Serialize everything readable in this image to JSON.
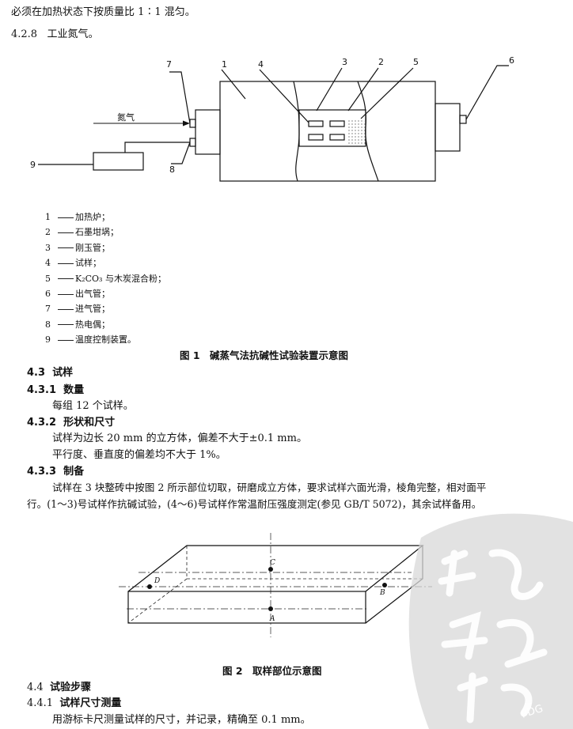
{
  "top_line": "必须在加热状态下按质量比 1∶1 混匀。",
  "section_428": {
    "num": "4.2.8",
    "text": "工业氮气。"
  },
  "figure1": {
    "callouts": [
      "7",
      "1",
      "4",
      "3",
      "2",
      "5",
      "6",
      "9",
      "8"
    ],
    "nitrogen_label": "氮气",
    "legend": [
      {
        "num": "1",
        "text": "加热炉；"
      },
      {
        "num": "2",
        "text": "石墨坩埚；"
      },
      {
        "num": "3",
        "text": "刚玉管；"
      },
      {
        "num": "4",
        "text": "试样；"
      },
      {
        "num": "5",
        "text": "K₂CO₃ 与木炭混合粉；"
      },
      {
        "num": "6",
        "text": "出气管；"
      },
      {
        "num": "7",
        "text": "进气管；"
      },
      {
        "num": "8",
        "text": "热电偶；"
      },
      {
        "num": "9",
        "text": "温度控制装置。"
      }
    ],
    "caption": "图 1　碱蒸气法抗碱性试验装置示意图"
  },
  "section_43": {
    "num": "4.3",
    "title": "试样"
  },
  "section_431": {
    "num": "4.3.1",
    "title": "数量",
    "body": "每组 12 个试样。"
  },
  "section_432": {
    "num": "4.3.2",
    "title": "形状和尺寸",
    "body1": "试样为边长 20 mm 的立方体，偏差不大于±0.1 mm。",
    "body2": "平行度、垂直度的偏差均不大于 1%。"
  },
  "section_433": {
    "num": "4.3.3",
    "title": "制备",
    "body1": "试样在 3 块整砖中按图 2 所示部位切取，研磨成立方体，要求试样六面光滑，棱角完整，相对面平",
    "body2": "行。(1～3)号试样作抗碱试验，(4～6)号试样作常温耐压强度测定(参见 GB/T 5072)，其余试样备用。"
  },
  "figure2": {
    "points": {
      "a": "A",
      "b": "B",
      "c": "C",
      "d": "D"
    },
    "caption": "图 2　取样部位示意图"
  },
  "section_44": {
    "num": "4.4",
    "title": "试验步骤"
  },
  "section_441": {
    "num": "4.4.1",
    "title": "试样尺寸测量",
    "body": "用游标卡尺测量试样的尺寸，并记录，精确至 0.1 mm。"
  },
  "watermark": {
    "label": "PDG"
  }
}
